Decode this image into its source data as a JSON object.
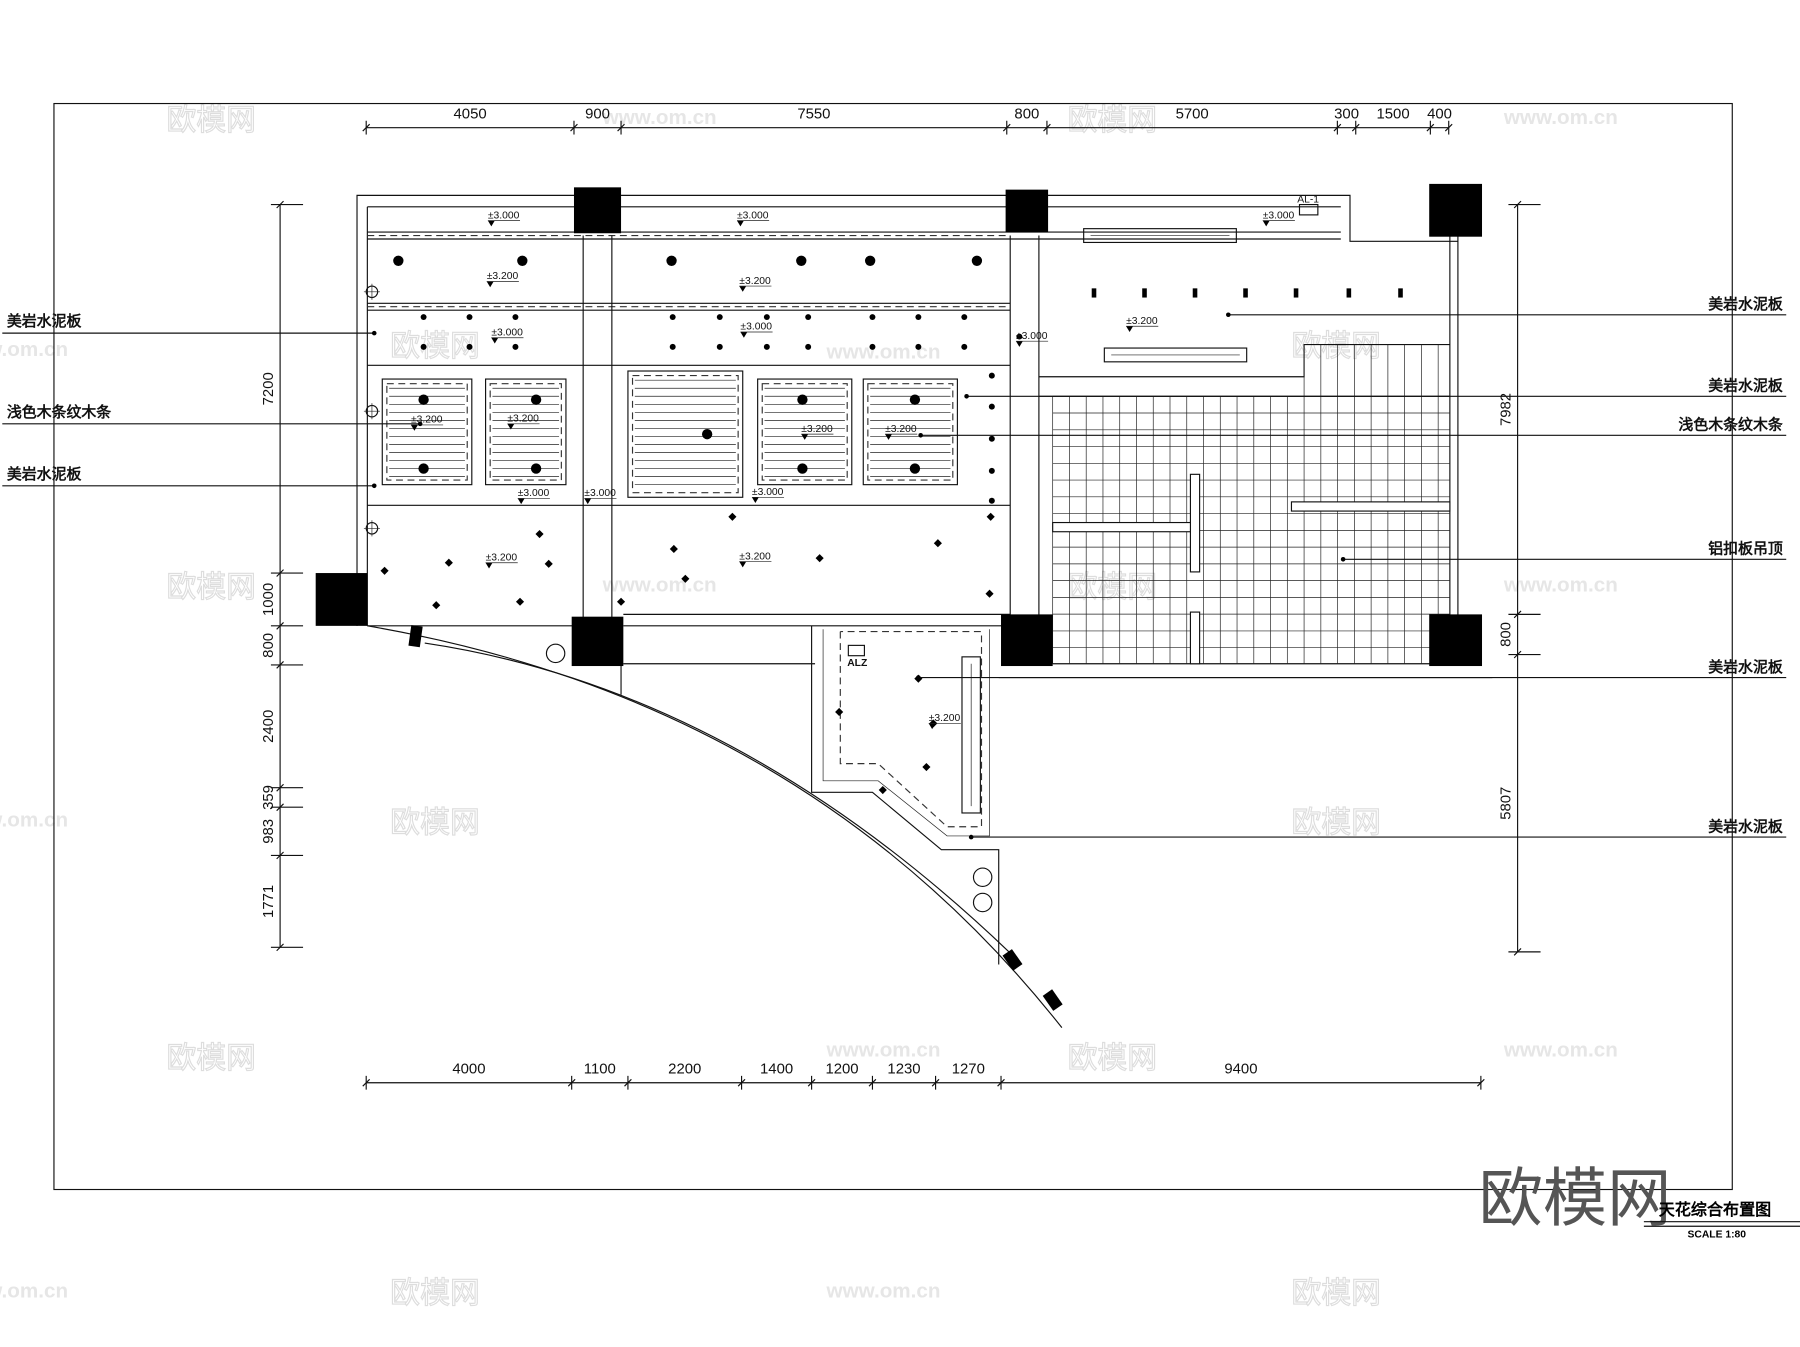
{
  "title": "天花综合布置图",
  "scale": "SCALE  1:80",
  "watermark": {
    "logo": "欧模网",
    "url": "www.om.cn"
  },
  "dimensions": {
    "top": [
      "4050",
      "900",
      "7550",
      "800",
      "5700",
      "300",
      "1500",
      "400"
    ],
    "bottom": [
      "4000",
      "1100",
      "2200",
      "1400",
      "1200",
      "1230",
      "1270",
      "9400"
    ],
    "left": [
      "7200",
      "1000",
      "800",
      "2400",
      "359",
      "983",
      "1771"
    ],
    "right": [
      "7982",
      "800",
      "5807"
    ]
  },
  "labels": {
    "left": [
      "美岩水泥板",
      "浅色木条纹木条",
      "美岩水泥板"
    ],
    "right": [
      "美岩水泥板",
      "美岩水泥板",
      "浅色木条纹木条",
      "铝扣板吊顶",
      "美岩水泥板",
      "美岩水泥板"
    ]
  },
  "elevations": {
    "e3000": "±3.000",
    "e3200": "±3.200"
  },
  "tags": {
    "al1": "AL-1",
    "alz": "ALZ"
  }
}
